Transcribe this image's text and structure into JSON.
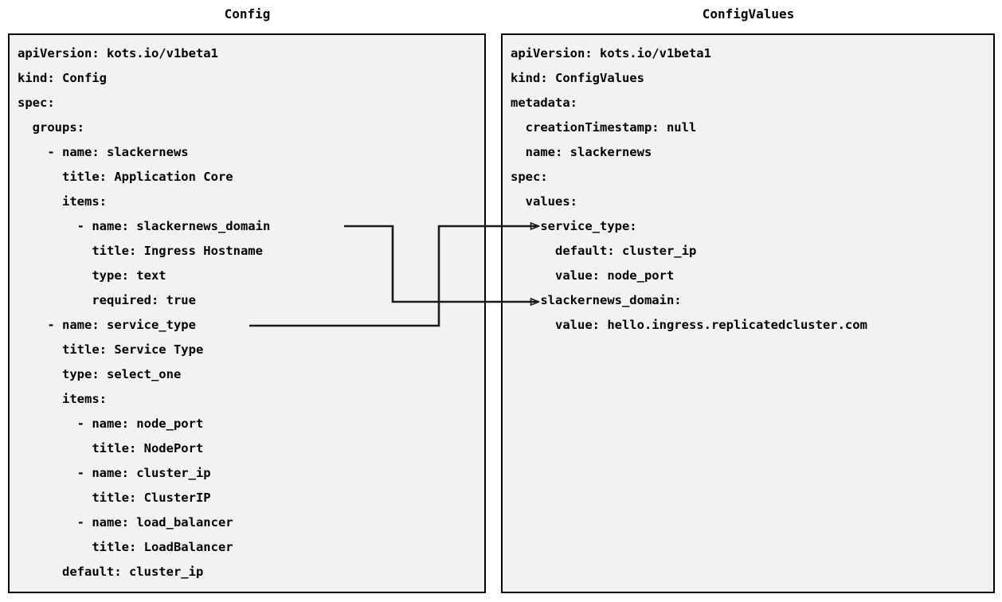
{
  "panels": {
    "left": {
      "title": "Config",
      "lines": [
        "apiVersion: kots.io/v1beta1",
        "kind: Config",
        "spec:",
        "  groups:",
        "    - name: slackernews",
        "      title: Application Core",
        "      items:",
        "        - name: slackernews_domain",
        "          title: Ingress Hostname",
        "          type: text",
        "          required: true",
        "    - name: service_type",
        "      title: Service Type",
        "      type: select_one",
        "      items:",
        "        - name: node_port",
        "          title: NodePort",
        "        - name: cluster_ip",
        "          title: ClusterIP",
        "        - name: load_balancer",
        "          title: LoadBalancer",
        "      default: cluster_ip"
      ]
    },
    "right": {
      "title": "ConfigValues",
      "lines": [
        "apiVersion: kots.io/v1beta1",
        "kind: ConfigValues",
        "metadata:",
        "  creationTimestamp: null",
        "  name: slackernews",
        "spec:",
        "  values:",
        "    service_type:",
        "      default: cluster_ip",
        "      value: node_port",
        "    slackernews_domain:",
        "      value: hello.ingress.replicatedcluster.com"
      ]
    }
  },
  "connectors": [
    {
      "name": "slackernews-domain-mapping",
      "from_label": "slackernews_domain",
      "to_label": "slackernews_domain:",
      "stroke": "#1a1a1a"
    },
    {
      "name": "service-type-mapping",
      "from_label": "service_type",
      "to_label": "service_type:",
      "stroke": "#1a1a1a"
    }
  ],
  "colors": {
    "panel_background": "#f2f2f2",
    "panel_border": "#000000",
    "text": "#000000",
    "page_background": "#ffffff",
    "connector": "#1a1a1a"
  }
}
